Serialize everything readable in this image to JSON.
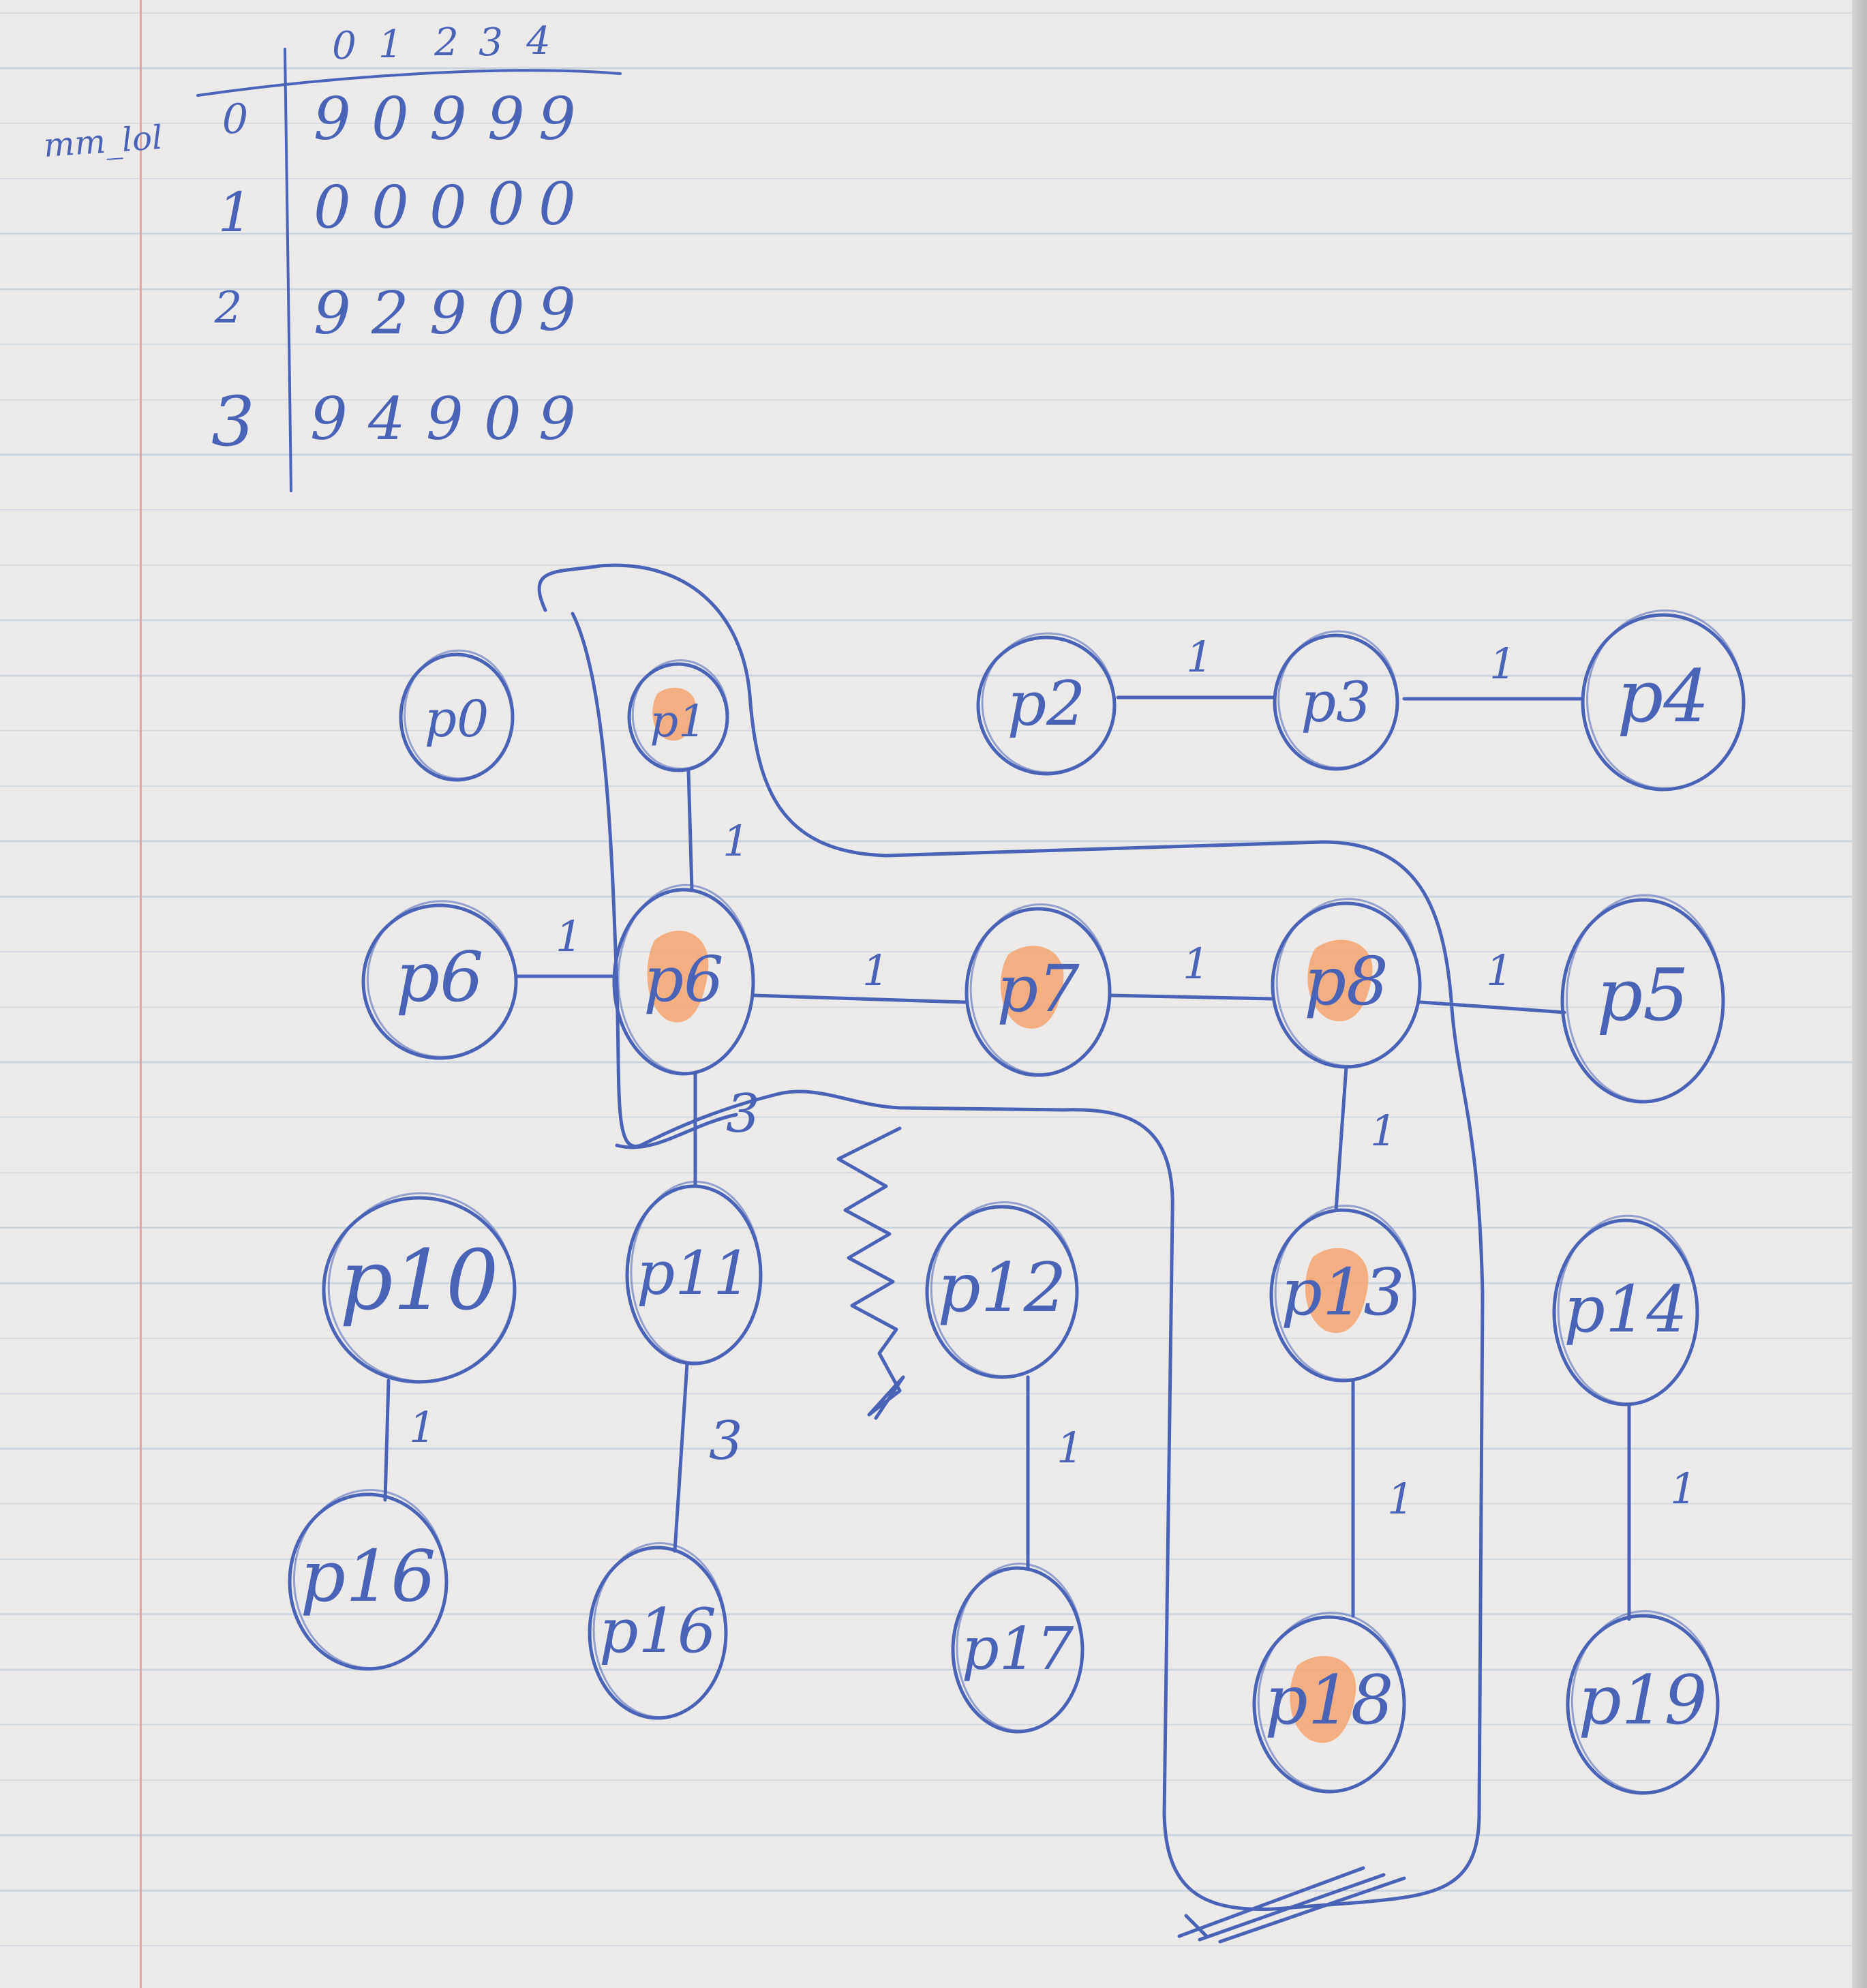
{
  "table": {
    "label": "mm_lol",
    "columns": [
      "0",
      "1",
      "2",
      "3",
      "4"
    ],
    "rows": [
      {
        "index": "0",
        "values": [
          "9",
          "0",
          "9",
          "9",
          "9"
        ]
      },
      {
        "index": "1",
        "values": [
          "0",
          "0",
          "0",
          "0",
          "0"
        ]
      },
      {
        "index": "2",
        "values": [
          "9",
          "2",
          "9",
          "0",
          "9"
        ]
      },
      {
        "index": "3",
        "values": [
          "9",
          "4",
          "9",
          "0",
          "9"
        ]
      }
    ]
  },
  "graph": {
    "nodes": [
      {
        "id": "p0",
        "label": "p0",
        "highlighted": false
      },
      {
        "id": "p1",
        "label": "p1",
        "highlighted": true
      },
      {
        "id": "p2",
        "label": "p2",
        "highlighted": false
      },
      {
        "id": "p3",
        "label": "p3",
        "highlighted": false
      },
      {
        "id": "p4",
        "label": "p4",
        "highlighted": false
      },
      {
        "id": "p5",
        "label": "p5",
        "highlighted": false
      },
      {
        "id": "p6a",
        "label": "p6",
        "highlighted": false
      },
      {
        "id": "p6",
        "label": "p6",
        "highlighted": true
      },
      {
        "id": "p7",
        "label": "p7",
        "highlighted": true
      },
      {
        "id": "p8",
        "label": "p8",
        "highlighted": true
      },
      {
        "id": "p10",
        "label": "p10",
        "highlighted": false
      },
      {
        "id": "p11",
        "label": "p11",
        "highlighted": false
      },
      {
        "id": "p12",
        "label": "p12",
        "highlighted": false
      },
      {
        "id": "p13",
        "label": "p13",
        "highlighted": true
      },
      {
        "id": "p14",
        "label": "p14",
        "highlighted": false
      },
      {
        "id": "p15",
        "label": "p16",
        "highlighted": false
      },
      {
        "id": "p16",
        "label": "p16",
        "highlighted": false
      },
      {
        "id": "p17",
        "label": "p17",
        "highlighted": false
      },
      {
        "id": "p18",
        "label": "p18",
        "highlighted": true
      },
      {
        "id": "p19",
        "label": "p19",
        "highlighted": false
      }
    ],
    "edges": [
      {
        "from": "p2",
        "to": "p3",
        "weight": "1"
      },
      {
        "from": "p3",
        "to": "p4",
        "weight": "1"
      },
      {
        "from": "p1",
        "to": "p6",
        "weight": "1"
      },
      {
        "from": "p6a",
        "to": "p6",
        "weight": "1"
      },
      {
        "from": "p6",
        "to": "p7",
        "weight": "1"
      },
      {
        "from": "p7",
        "to": "p8",
        "weight": "1"
      },
      {
        "from": "p8",
        "to": "p5",
        "weight": "1"
      },
      {
        "from": "p6",
        "to": "p11",
        "weight": "3"
      },
      {
        "from": "p8",
        "to": "p13",
        "weight": "1"
      },
      {
        "from": "p10",
        "to": "p15",
        "weight": "1"
      },
      {
        "from": "p11",
        "to": "p16",
        "weight": "3"
      },
      {
        "from": "p12",
        "to": "p17",
        "weight": "1"
      },
      {
        "from": "p13",
        "to": "p18",
        "weight": "1"
      },
      {
        "from": "p14",
        "to": "p19",
        "weight": "1"
      }
    ],
    "ink_color": "#4b63b7",
    "highlight_color": "#f4a56e"
  }
}
